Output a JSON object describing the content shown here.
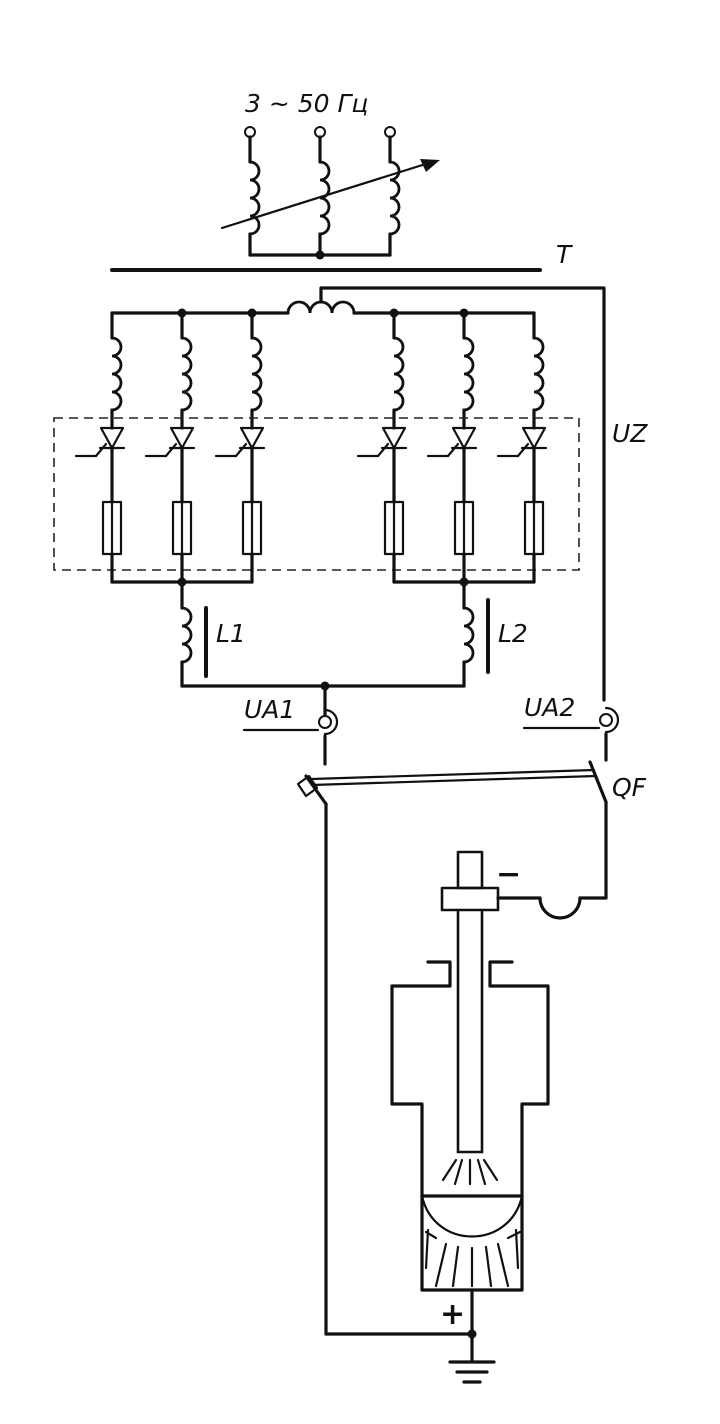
{
  "diagram": {
    "labels": {
      "supply": "3 ~ 50 Гц",
      "transformer": "T",
      "rectifier": "UZ",
      "choke1": "L1",
      "choke2": "L2",
      "current_sensor1": "UA1",
      "current_sensor2": "UA2",
      "breaker": "QF",
      "electrode_polarity": "−",
      "bath_polarity": "+"
    }
  }
}
